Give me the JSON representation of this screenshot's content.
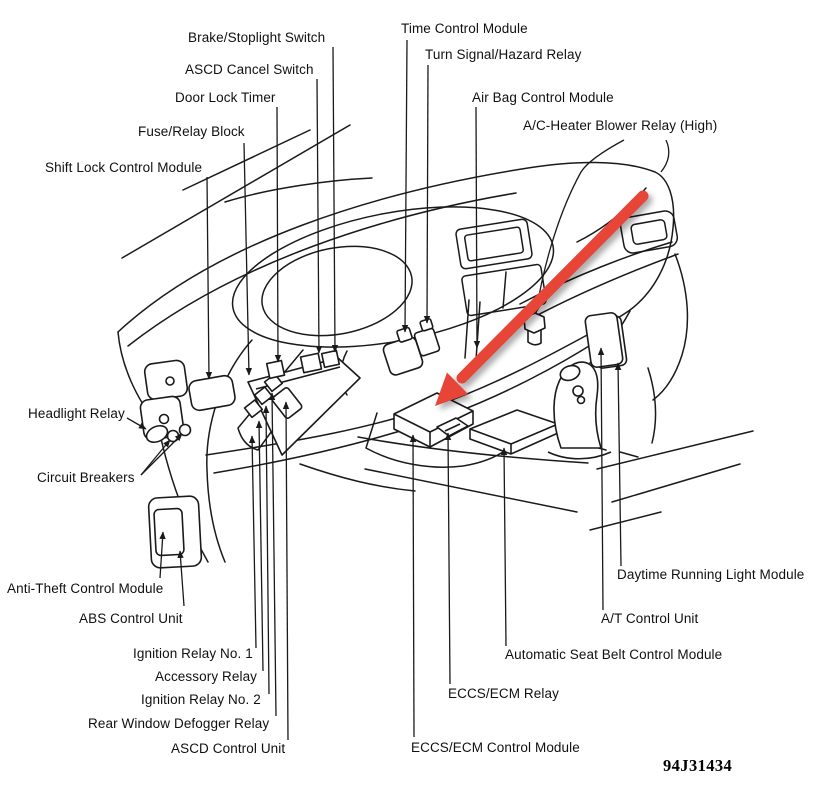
{
  "figure": {
    "type": "vehicle-dashboard-component-location-diagram",
    "background": "#ffffff",
    "line_color": "#1a1a1a",
    "pointer_arrow_color": "#e64537",
    "part_code": "94J31434"
  },
  "labels": [
    {
      "id": "brake-stoplight-switch",
      "text": "Brake/Stoplight Switch"
    },
    {
      "id": "ascd-cancel-switch",
      "text": "ASCD Cancel Switch"
    },
    {
      "id": "door-lock-timer",
      "text": "Door Lock Timer"
    },
    {
      "id": "fuse-relay-block",
      "text": "Fuse/Relay Block"
    },
    {
      "id": "shift-lock-control-module",
      "text": "Shift Lock Control Module"
    },
    {
      "id": "time-control-module",
      "text": "Time Control Module"
    },
    {
      "id": "turn-signal-hazard-relay",
      "text": "Turn Signal/Hazard Relay"
    },
    {
      "id": "air-bag-control-module",
      "text": "Air Bag Control Module"
    },
    {
      "id": "ac-heater-blower-relay-high",
      "text": "A/C-Heater Blower Relay (High)"
    },
    {
      "id": "headlight-relay",
      "text": "Headlight Relay"
    },
    {
      "id": "circuit-breakers",
      "text": "Circuit Breakers"
    },
    {
      "id": "anti-theft-control-module",
      "text": "Anti-Theft Control Module"
    },
    {
      "id": "abs-control-unit",
      "text": "ABS Control Unit"
    },
    {
      "id": "ignition-relay-no-1",
      "text": "Ignition Relay No. 1"
    },
    {
      "id": "accessory-relay",
      "text": "Accessory Relay"
    },
    {
      "id": "ignition-relay-no-2",
      "text": "Ignition Relay No. 2"
    },
    {
      "id": "rear-window-defogger-relay",
      "text": "Rear Window Defogger Relay"
    },
    {
      "id": "ascd-control-unit",
      "text": "ASCD Control Unit"
    },
    {
      "id": "eccs-ecm-control-module",
      "text": "ECCS/ECM Control Module"
    },
    {
      "id": "eccs-ecm-relay",
      "text": "ECCS/ECM Relay"
    },
    {
      "id": "automatic-seat-belt-control-module",
      "text": "Automatic Seat Belt Control Module"
    },
    {
      "id": "at-control-unit",
      "text": "A/T Control Unit"
    },
    {
      "id": "daytime-running-light-module",
      "text": "Daytime Running Light Module"
    },
    {
      "id": "part-code",
      "text": "94J31434"
    }
  ]
}
